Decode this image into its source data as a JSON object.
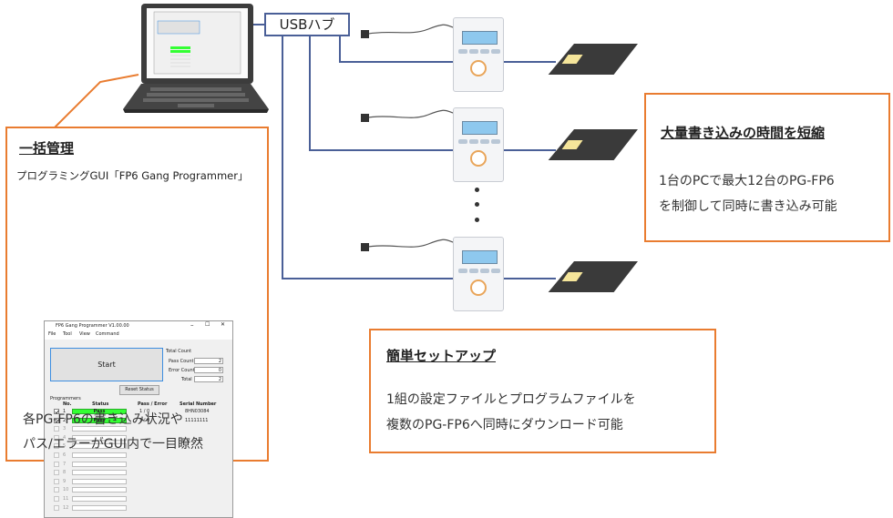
{
  "usb_hub": {
    "label": "USBハブ"
  },
  "left_callout": {
    "title": "一括管理",
    "subtitle": "プログラミングGUI「FP6 Gang Programmer」",
    "desc_line1": "各PG-FP6の書き込み状況や",
    "desc_line2": "パス/エラーがGUI内で一目瞭然"
  },
  "top_right_callout": {
    "title": "大量書き込みの時間を短縮",
    "line1": "1台のPCで最大12台のPG-FP6",
    "line2": "を制御して同時に書き込み可能"
  },
  "bottom_callout": {
    "title": "簡単セットアップ",
    "line1": "1組の設定ファイルとプログラムファイルを",
    "line2": "複数のPG-FP6へ同時にダウンロード可能"
  },
  "gui": {
    "title": "FP6 Gang Programmer V1.00.00",
    "menus": [
      "File",
      "Tool",
      "View",
      "Command"
    ],
    "start_label": "Start",
    "total_count_label": "Total Count",
    "pass_count_label": "Pass Count",
    "pass_count_value": "2",
    "error_count_label": "Error Count",
    "error_count_value": "0",
    "total_label": "Total",
    "total_value": "2",
    "reset_label": "Reset Status",
    "programmers_label": "Programmers",
    "col_no": "No.",
    "col_status": "Status",
    "col_pass_error": "Pass / Error",
    "col_serial": "Serial Number",
    "rows": [
      {
        "no": "1",
        "status": "Pass",
        "pass_error": "1 /  0",
        "serial": "8HN03084"
      },
      {
        "no": "2",
        "status": "Pass",
        "pass_error": "1 /  0",
        "serial": "11111111"
      },
      {
        "no": "3"
      },
      {
        "no": "4"
      },
      {
        "no": "5"
      },
      {
        "no": "6"
      },
      {
        "no": "7"
      },
      {
        "no": "8"
      },
      {
        "no": "9"
      },
      {
        "no": "10"
      },
      {
        "no": "11"
      },
      {
        "no": "12"
      }
    ],
    "pass_color": "#33ff33"
  },
  "colors": {
    "callout_border": "#e97c30",
    "connector_line": "#4a5f97",
    "board": "#3a3a3a"
  }
}
